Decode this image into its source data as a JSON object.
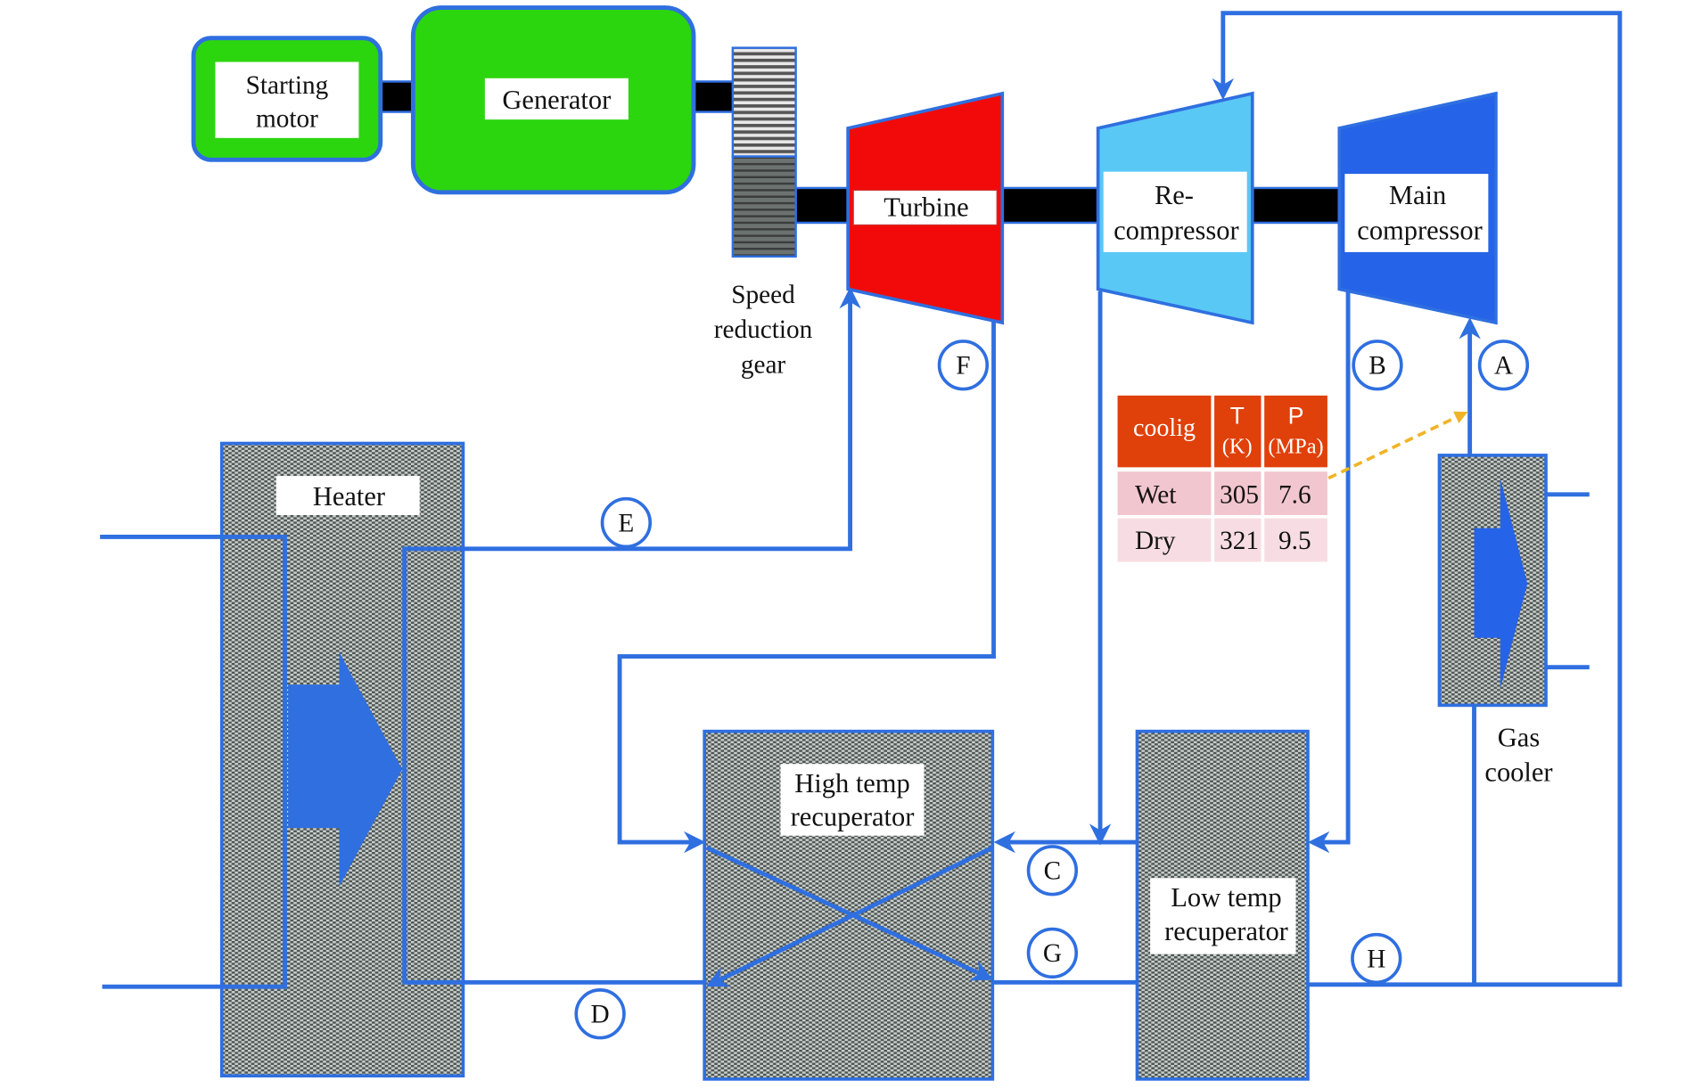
{
  "title": "Supercritical CO2 recompression Brayton cycle schematic",
  "components": {
    "starting_motor": [
      "Starting",
      "motor"
    ],
    "generator": "Generator",
    "gear": [
      "Speed",
      "reduction",
      "gear"
    ],
    "turbine": "Turbine",
    "recompressor": [
      "Re-",
      "compressor"
    ],
    "main_compressor": [
      "Main",
      "compressor"
    ],
    "heater": "Heater",
    "htr": [
      "High temp",
      "recuperator"
    ],
    "ltr": [
      "Low temp",
      "recuperator"
    ],
    "gas_cooler": [
      "Gas",
      "cooler"
    ]
  },
  "state_points": {
    "A": "A",
    "B": "B",
    "C": "C",
    "D": "D",
    "E": "E",
    "F": "F",
    "G": "G",
    "H": "H"
  },
  "cooling_table": {
    "headers": [
      "coolig",
      "T",
      "(K)",
      "P",
      "(MPa)"
    ],
    "rows": [
      {
        "cooling": "Wet",
        "T": "305",
        "P": "7.6"
      },
      {
        "cooling": "Dry",
        "T": "321",
        "P": "9.5"
      }
    ]
  },
  "colors": {
    "pipe": "#2f6fe0",
    "generator": "#2bd60f",
    "turbine": "#f20a0a",
    "recompressor": "#5ac8f5",
    "main_compressor": "#2563e8",
    "table_header": "#e0400a",
    "table_row1": "#f2c6cf",
    "table_row2": "#f7dde3",
    "dashed_arrow": "#f0b428"
  }
}
